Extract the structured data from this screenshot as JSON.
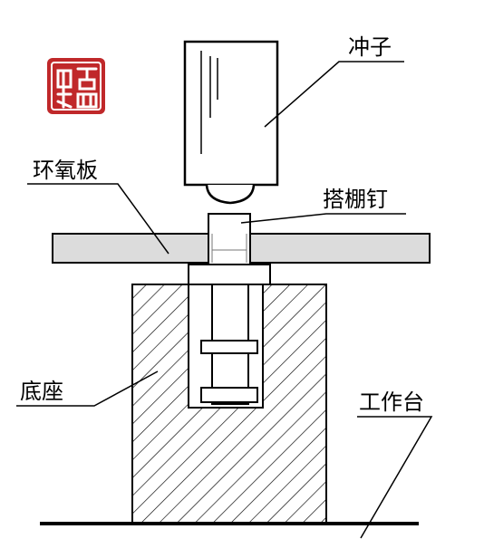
{
  "labels": {
    "punch": "冲子",
    "epoxy_board": "环氧板",
    "scaffold_nail": "搭棚钉",
    "base": "底座",
    "workbench": "工作台"
  },
  "colors": {
    "stroke": "#000000",
    "board_fill": "#dcdcdc",
    "seal": "#c0282a",
    "background": "#ffffff"
  }
}
